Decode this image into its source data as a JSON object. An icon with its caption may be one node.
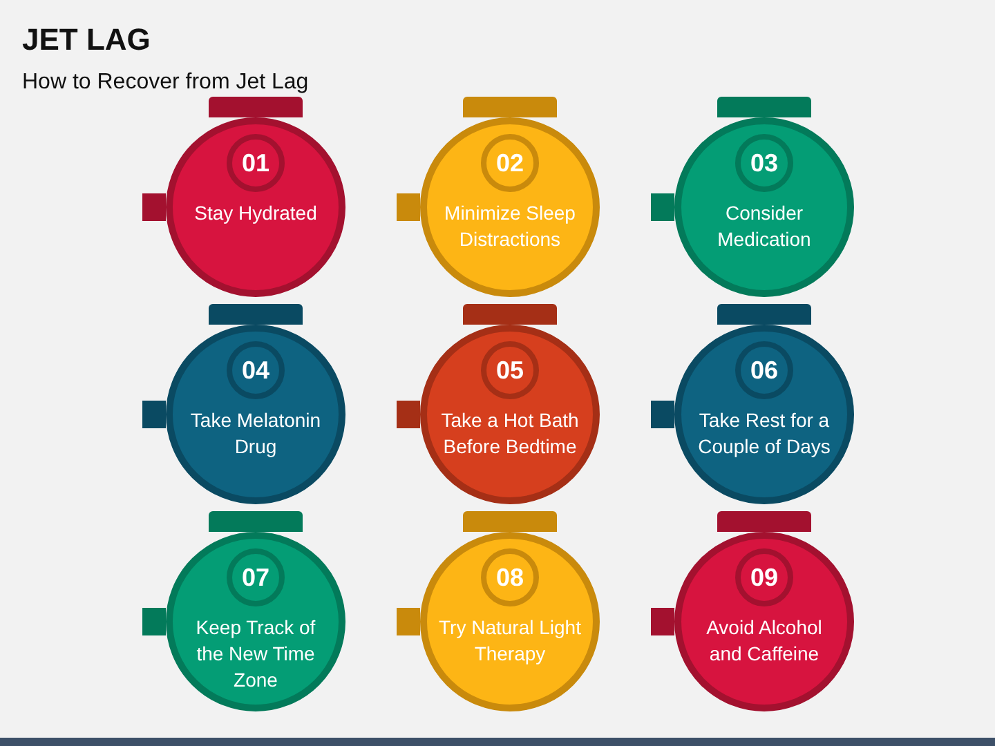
{
  "diagram": {
    "title": "JET LAG",
    "labels": [
      "How to Recover from Jet Lag"
    ],
    "nodes": [
      {
        "text": [
          "01",
          "Stay Hydrated"
        ]
      },
      {
        "text": [
          "02",
          "Minimize Sleep Distractions"
        ]
      },
      {
        "text": [
          "03",
          "Consider Medication"
        ]
      },
      {
        "text": [
          "04",
          "Take Melatonin Drug"
        ]
      },
      {
        "text": [
          "05",
          "Take a Hot Bath Before Bedtime"
        ]
      },
      {
        "text": [
          "06",
          "Take Rest for a Couple of Days"
        ]
      },
      {
        "text": [
          "07",
          "Keep Track of the New Time Zone"
        ]
      },
      {
        "text": [
          "08",
          "Try Natural Light Therapy"
        ]
      },
      {
        "text": [
          "09",
          "Avoid Alcohol and Caffeine"
        ]
      }
    ]
  }
}
